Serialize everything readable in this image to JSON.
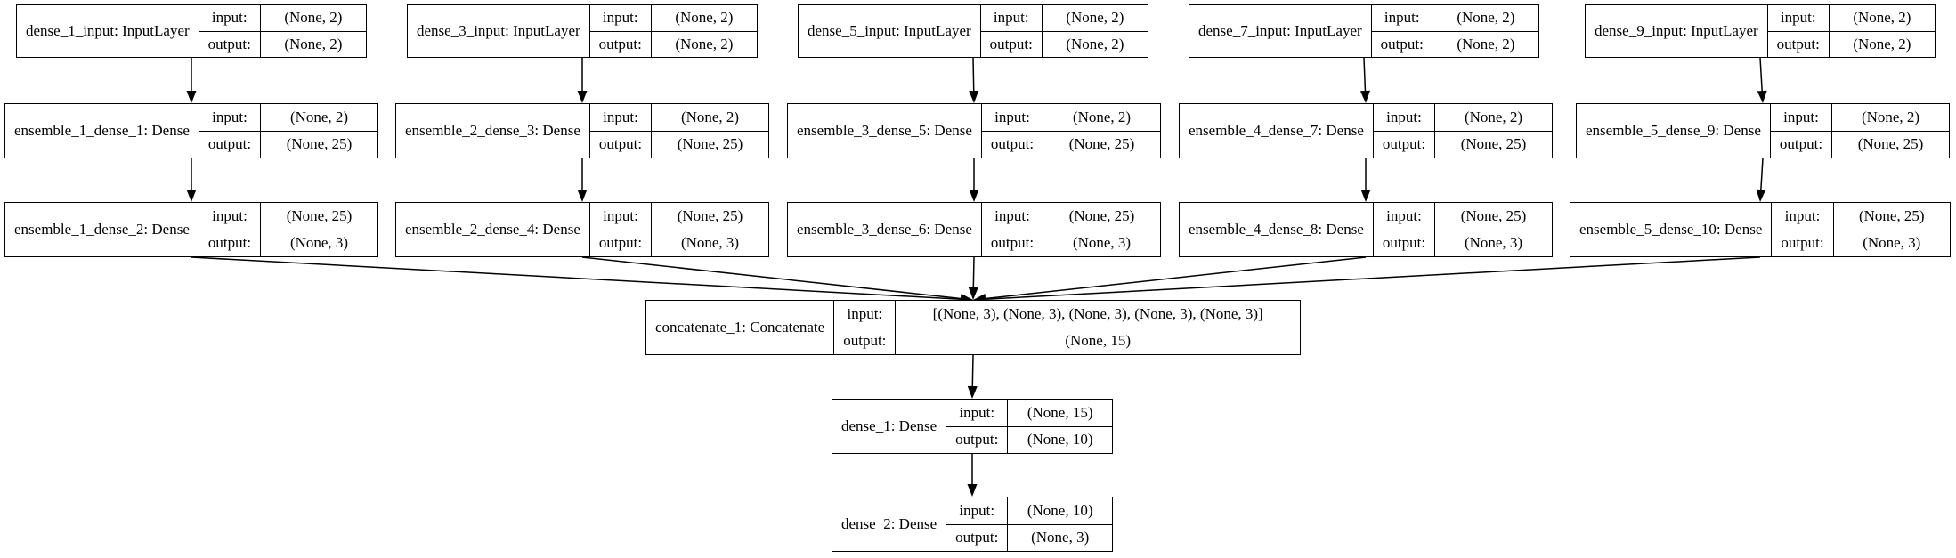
{
  "nodes": [
    {
      "id": "n0",
      "name": "dense_1_input: InputLayer",
      "input": "(None, 2)",
      "output": "(None, 2)"
    },
    {
      "id": "n1",
      "name": "dense_3_input: InputLayer",
      "input": "(None, 2)",
      "output": "(None, 2)"
    },
    {
      "id": "n2",
      "name": "dense_5_input: InputLayer",
      "input": "(None, 2)",
      "output": "(None, 2)"
    },
    {
      "id": "n3",
      "name": "dense_7_input: InputLayer",
      "input": "(None, 2)",
      "output": "(None, 2)"
    },
    {
      "id": "n4",
      "name": "dense_9_input: InputLayer",
      "input": "(None, 2)",
      "output": "(None, 2)"
    },
    {
      "id": "n5",
      "name": "ensemble_1_dense_1: Dense",
      "input": "(None, 2)",
      "output": "(None, 25)"
    },
    {
      "id": "n6",
      "name": "ensemble_2_dense_3: Dense",
      "input": "(None, 2)",
      "output": "(None, 25)"
    },
    {
      "id": "n7",
      "name": "ensemble_3_dense_5: Dense",
      "input": "(None, 2)",
      "output": "(None, 25)"
    },
    {
      "id": "n8",
      "name": "ensemble_4_dense_7: Dense",
      "input": "(None, 2)",
      "output": "(None, 25)"
    },
    {
      "id": "n9",
      "name": "ensemble_5_dense_9: Dense",
      "input": "(None, 2)",
      "output": "(None, 25)"
    },
    {
      "id": "n10",
      "name": "ensemble_1_dense_2: Dense",
      "input": "(None, 25)",
      "output": "(None, 3)"
    },
    {
      "id": "n11",
      "name": "ensemble_2_dense_4: Dense",
      "input": "(None, 25)",
      "output": "(None, 3)"
    },
    {
      "id": "n12",
      "name": "ensemble_3_dense_6: Dense",
      "input": "(None, 25)",
      "output": "(None, 3)"
    },
    {
      "id": "n13",
      "name": "ensemble_4_dense_8: Dense",
      "input": "(None, 25)",
      "output": "(None, 3)"
    },
    {
      "id": "n14",
      "name": "ensemble_5_dense_10: Dense",
      "input": "(None, 25)",
      "output": "(None, 3)"
    },
    {
      "id": "n15",
      "name": "concatenate_1: Concatenate",
      "input": "[(None, 3), (None, 3), (None, 3), (None, 3), (None, 3)]",
      "output": "(None, 15)"
    },
    {
      "id": "n16",
      "name": "dense_1: Dense",
      "input": "(None, 15)",
      "output": "(None, 10)"
    },
    {
      "id": "n17",
      "name": "dense_2: Dense",
      "input": "(None, 10)",
      "output": "(None, 3)"
    }
  ],
  "labels": {
    "input": "input:",
    "output": "output:"
  },
  "edges": [
    [
      "n0",
      "n5"
    ],
    [
      "n1",
      "n6"
    ],
    [
      "n2",
      "n7"
    ],
    [
      "n3",
      "n8"
    ],
    [
      "n4",
      "n9"
    ],
    [
      "n5",
      "n10"
    ],
    [
      "n6",
      "n11"
    ],
    [
      "n7",
      "n12"
    ],
    [
      "n8",
      "n13"
    ],
    [
      "n9",
      "n14"
    ],
    [
      "n10",
      "n15"
    ],
    [
      "n11",
      "n15"
    ],
    [
      "n12",
      "n15"
    ],
    [
      "n13",
      "n15"
    ],
    [
      "n14",
      "n15"
    ],
    [
      "n15",
      "n16"
    ],
    [
      "n16",
      "n17"
    ]
  ]
}
